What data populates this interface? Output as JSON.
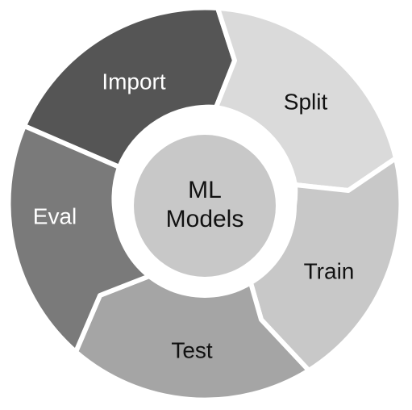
{
  "diagram": {
    "type": "cycle",
    "steps": [
      {
        "label": "Import",
        "fill": "#555555",
        "text_color": "#ffffff"
      },
      {
        "label": "Split",
        "fill": "#dadada",
        "text_color": "#111111"
      },
      {
        "label": "Train",
        "fill": "#c8c8c8",
        "text_color": "#111111"
      },
      {
        "label": "Test",
        "fill": "#a5a5a5",
        "text_color": "#111111"
      },
      {
        "label": "Eval",
        "fill": "#7a7a7a",
        "text_color": "#ffffff"
      }
    ],
    "center": {
      "line1": "ML",
      "line2": "Models",
      "fill": "#c8c8c8",
      "ring_color": "#ffffff"
    },
    "outline_color": "#ffffff"
  }
}
